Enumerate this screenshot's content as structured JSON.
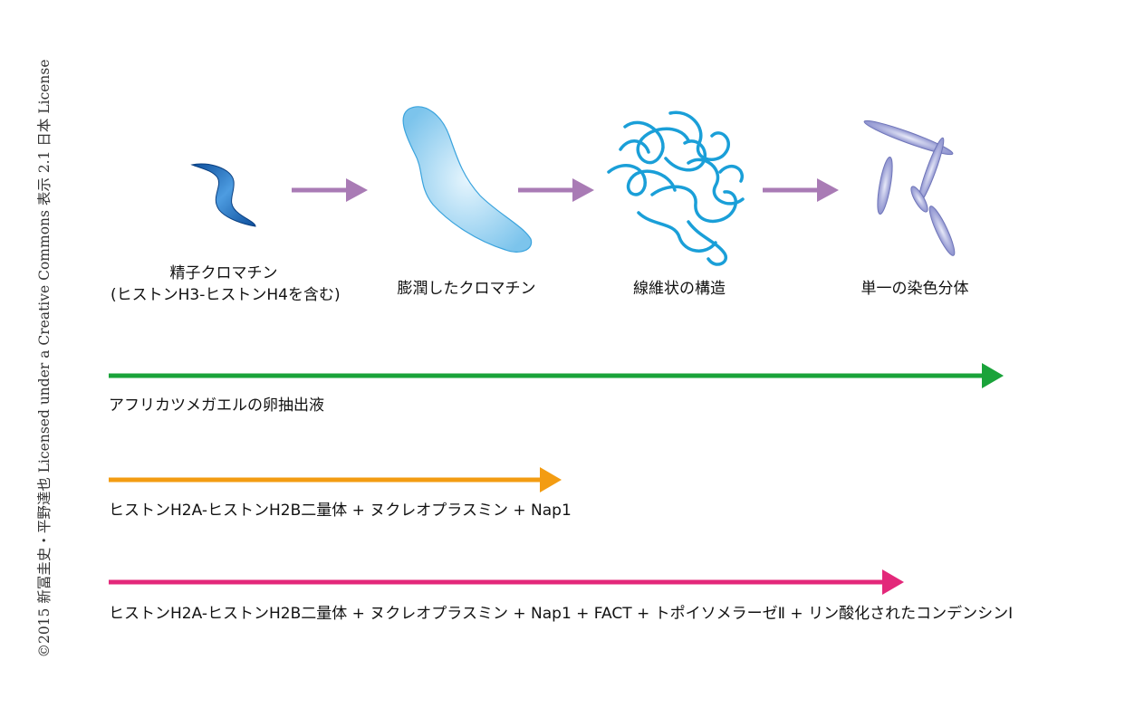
{
  "credit": "©2015 新冨圭史・平野達也 Licensed under a Creative Commons 表示 2.1 日本 License",
  "stages": [
    {
      "lines": [
        "精子クロマチン",
        "(ヒストンH3-ヒストンH4を含む)"
      ]
    },
    {
      "lines": [
        "膨潤したクロマチン"
      ]
    },
    {
      "lines": [
        "線維状の構造"
      ]
    },
    {
      "lines": [
        "単一の染色分体"
      ]
    }
  ],
  "conditions": [
    {
      "label": "アフリカツメガエルの卵抽出液",
      "color": "#1aa33a",
      "reaches_stage": 4
    },
    {
      "label": "ヒストンH2A-ヒストンH2B二量体 + ヌクレオプラスミン + Nap1",
      "color": "#f39c12",
      "reaches_stage": 2
    },
    {
      "label": "ヒストンH2A-ヒストンH2B二量体 + ヌクレオプラスミン + Nap1 + FACT + トポイソメラーゼⅡ + リン酸化されたコンデンシンⅠ",
      "color": "#e3287a",
      "reaches_stage": 3
    }
  ],
  "colors": {
    "stage_arrow": "#a97bb5",
    "sperm": "#1f6fbf",
    "swollen": "#8fcdef",
    "fiber": "#1a9fd8",
    "chromatid": "#a9aee0"
  }
}
